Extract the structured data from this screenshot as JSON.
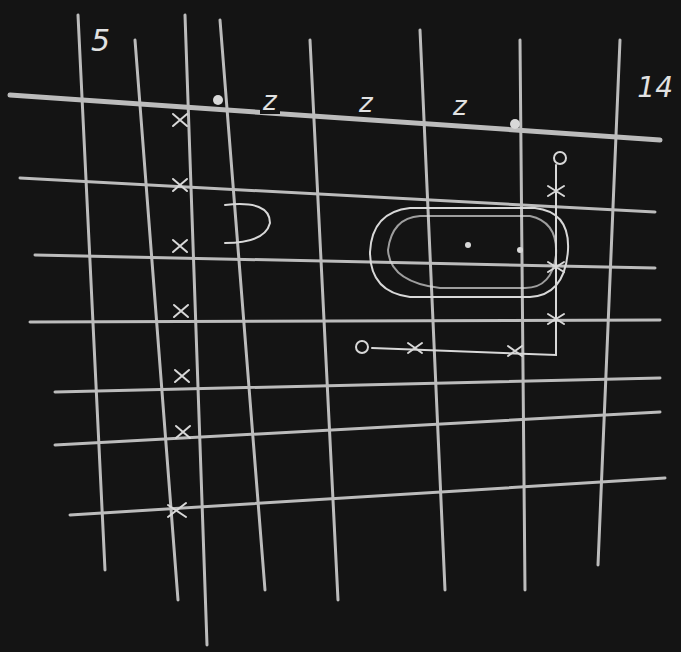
{
  "diagram": {
    "labels": [
      "5",
      "z",
      "z",
      "z",
      "14"
    ]
  }
}
